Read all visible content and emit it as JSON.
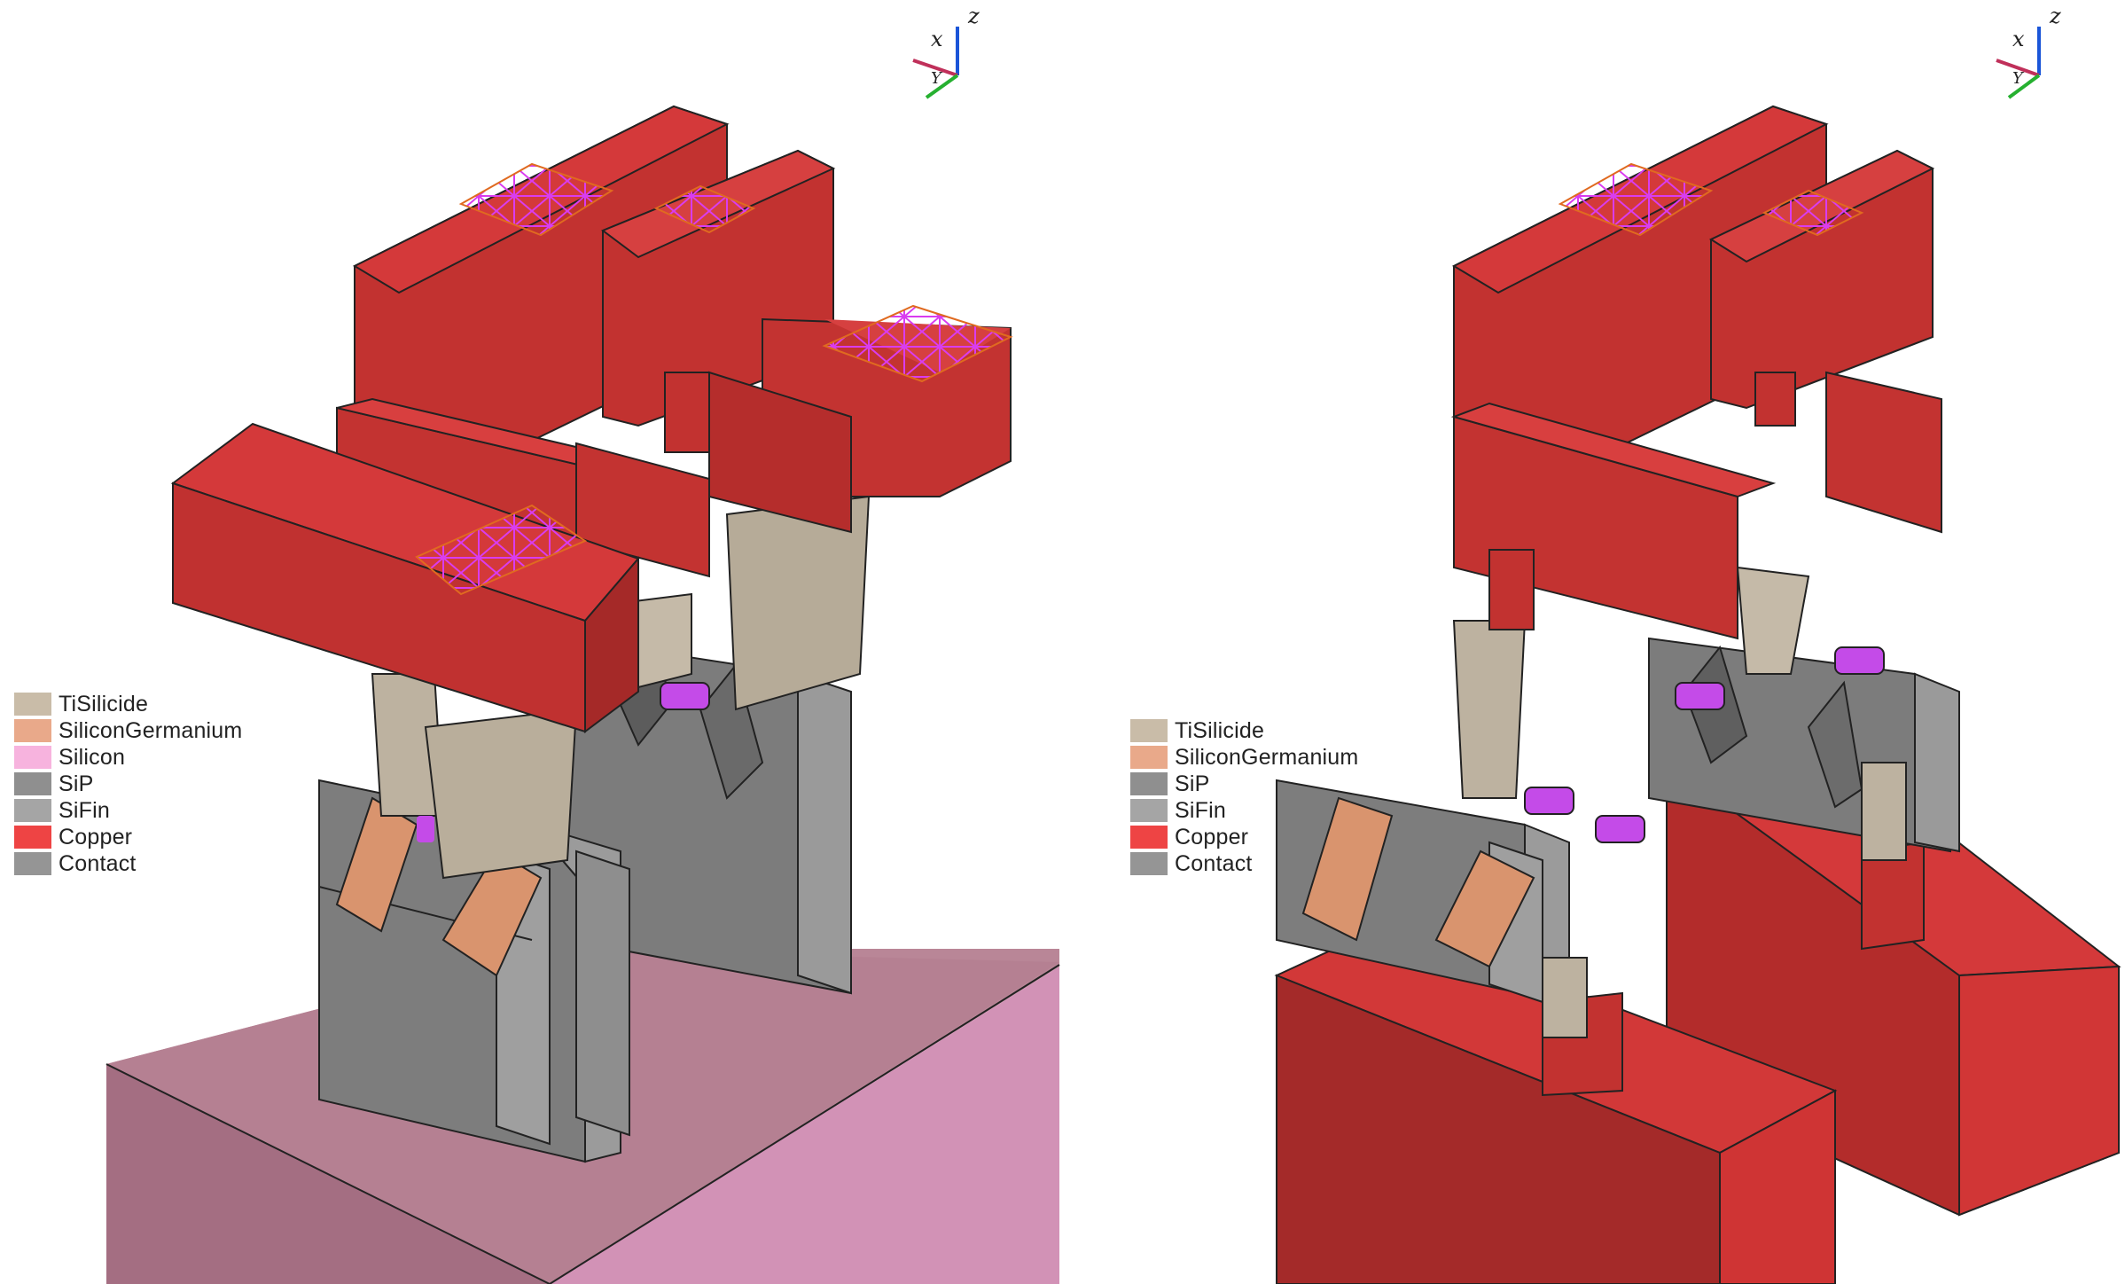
{
  "colors": {
    "TiSilicide": "#bdb2a0",
    "SiliconGermanium": "#d9946e",
    "Silicon": "#f2a8d6",
    "SiP": "#7a7a7a",
    "SiFin": "#9a9a9a",
    "Copper": "#e23b3b",
    "Contact": "#8a8a8a",
    "copper_top": "#d4393a",
    "copper_front": "#c23230",
    "copper_side": "#9e2726",
    "substrate_top": "#b88395",
    "substrate_front": "#a56f82",
    "substrate_side": "#d392b6",
    "mesh_pink": "#d93cf0"
  },
  "panels": [
    {
      "name": "left",
      "axes": {
        "x": "x",
        "y": "Y",
        "z": "z"
      },
      "legend": [
        {
          "label": "TiSilicide",
          "color": "#c9bca8"
        },
        {
          "label": "SiliconGermanium",
          "color": "#e9a98a"
        },
        {
          "label": "Silicon",
          "color": "#f7b3de"
        },
        {
          "label": "SiP",
          "color": "#8f8f8f"
        },
        {
          "label": "SiFin",
          "color": "#a5a5a5"
        },
        {
          "label": "Copper",
          "color": "#ee4444"
        },
        {
          "label": "Contact",
          "color": "#959595"
        }
      ]
    },
    {
      "name": "right",
      "axes": {
        "x": "x",
        "y": "Y",
        "z": "z"
      },
      "legend": [
        {
          "label": "TiSilicide",
          "color": "#c9bca8"
        },
        {
          "label": "SiliconGermanium",
          "color": "#e9a98a"
        },
        {
          "label": "SiP",
          "color": "#8f8f8f"
        },
        {
          "label": "SiFin",
          "color": "#a5a5a5"
        },
        {
          "label": "Copper",
          "color": "#ee4444"
        },
        {
          "label": "Contact",
          "color": "#959595"
        }
      ]
    }
  ]
}
